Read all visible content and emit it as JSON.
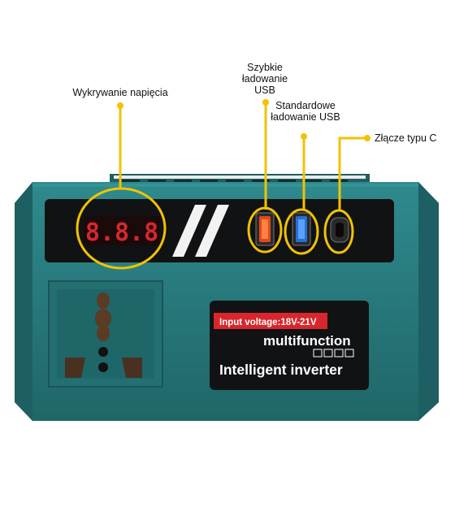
{
  "callouts": {
    "voltage_detection": "Wykrywanie napięcia",
    "fast_usb": "Szybkie ładowanie USB",
    "standard_usb": "Standardowe ładowanie USB",
    "typec": "Złącze typu C"
  },
  "display": {
    "digits": "8.8.8"
  },
  "label_panel": {
    "input_voltage": "Input voltage:18V-21V",
    "line1": "multifunction",
    "line2": "Intelligent inverter"
  },
  "colors": {
    "body": "#2a7f82",
    "body_dark": "#1d5f62",
    "accent": "#f2c200",
    "display_red": "#d8262c",
    "panel_black": "#111214"
  }
}
